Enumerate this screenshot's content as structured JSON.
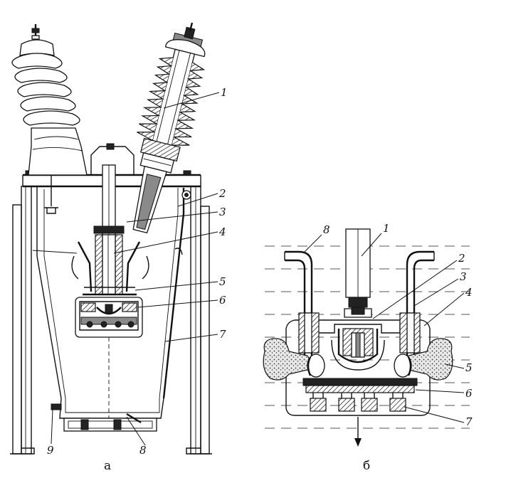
{
  "diagram_a": {
    "caption": "а",
    "labels": {
      "l1": "1",
      "l2": "2",
      "l3": "3",
      "l4": "4",
      "l5": "5",
      "l6": "6",
      "l7": "7",
      "l8": "8",
      "l9": "9"
    }
  },
  "diagram_b": {
    "caption": "б",
    "labels": {
      "l1": "1",
      "l2": "2",
      "l3": "3",
      "l4": "4",
      "l5": "5",
      "l6": "6",
      "l7": "7",
      "l8": "8"
    }
  }
}
